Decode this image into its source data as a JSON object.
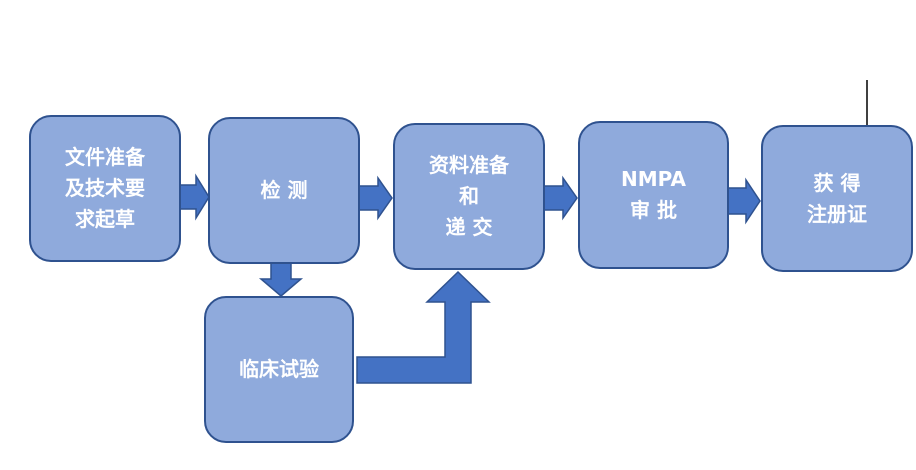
{
  "colors": {
    "box_fill": "#8faadc",
    "box_border": "#2f528f",
    "arrow_fill": "#4472c4",
    "arrow_border": "#2f528f",
    "text": "#ffffff"
  },
  "nodes": {
    "docs": {
      "lines": [
        "文件准备",
        "及技术要",
        "求起草"
      ]
    },
    "testing": {
      "lines": [
        "检 测"
      ]
    },
    "prep": {
      "lines": [
        "资料准备",
        "和",
        "递 交"
      ]
    },
    "nmpa": {
      "lines": [
        "NMPA",
        "审 批"
      ]
    },
    "cert": {
      "lines": [
        "获 得",
        "注册证"
      ]
    },
    "clinical": {
      "lines": [
        "临床试验"
      ]
    }
  },
  "edges": [
    {
      "from": "docs",
      "to": "testing"
    },
    {
      "from": "testing",
      "to": "prep"
    },
    {
      "from": "prep",
      "to": "nmpa"
    },
    {
      "from": "nmpa",
      "to": "cert"
    },
    {
      "from": "testing",
      "to": "clinical"
    },
    {
      "from": "clinical",
      "to": "prep"
    }
  ]
}
